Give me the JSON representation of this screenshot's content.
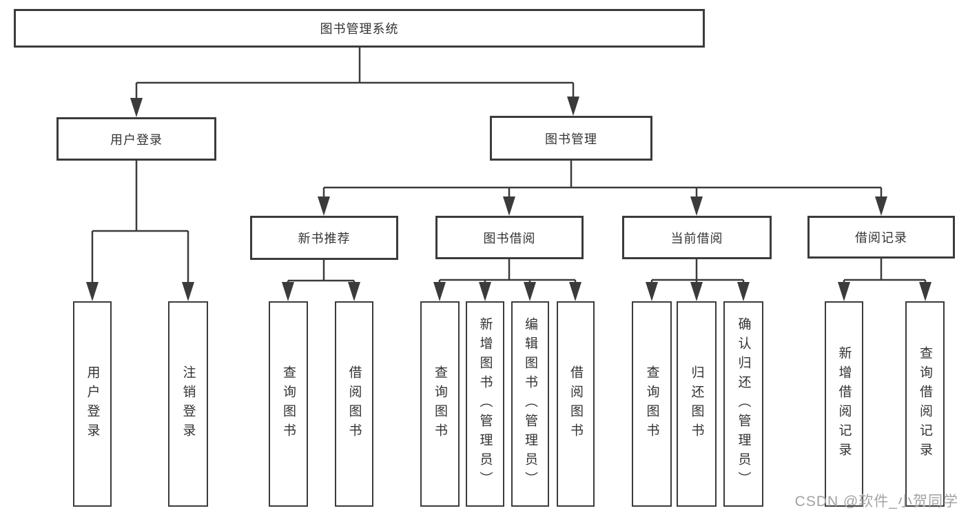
{
  "diagram_title": "图书管理系统",
  "nodes": {
    "root": "图书管理系统",
    "user_login": "用户登录",
    "book_management": "图书管理",
    "new_book_recommend": "新书推荐",
    "book_borrow": "图书借阅",
    "current_borrow": "当前借阅",
    "borrow_records": "借阅记录",
    "leaf_user_login": "用户登录",
    "leaf_logout_login": "注销登录",
    "leaf_recommend_query_books": "查询图书",
    "leaf_recommend_borrow_books": "借阅图书",
    "leaf_borrow_query_books": "查询图书",
    "leaf_borrow_add_books_admin": "新增图书（管理员）",
    "leaf_borrow_edit_books_admin": "编辑图书（管理员）",
    "leaf_borrow_borrow_books": "借阅图书",
    "leaf_current_query_books": "查询图书",
    "leaf_current_return_books": "归还图书",
    "leaf_current_confirm_return_admin": "确认归还（管理员）",
    "leaf_records_add_borrow_record": "新增借阅记录",
    "leaf_records_query_borrow_record": "查询借阅记录"
  },
  "watermark": "CSDN @软件_小贺同学",
  "colors": {
    "line": "#3b3b3b",
    "box_border": "#3b3b3b",
    "text": "#333333",
    "watermark": "#a2a2a2",
    "background": "#ffffff"
  }
}
